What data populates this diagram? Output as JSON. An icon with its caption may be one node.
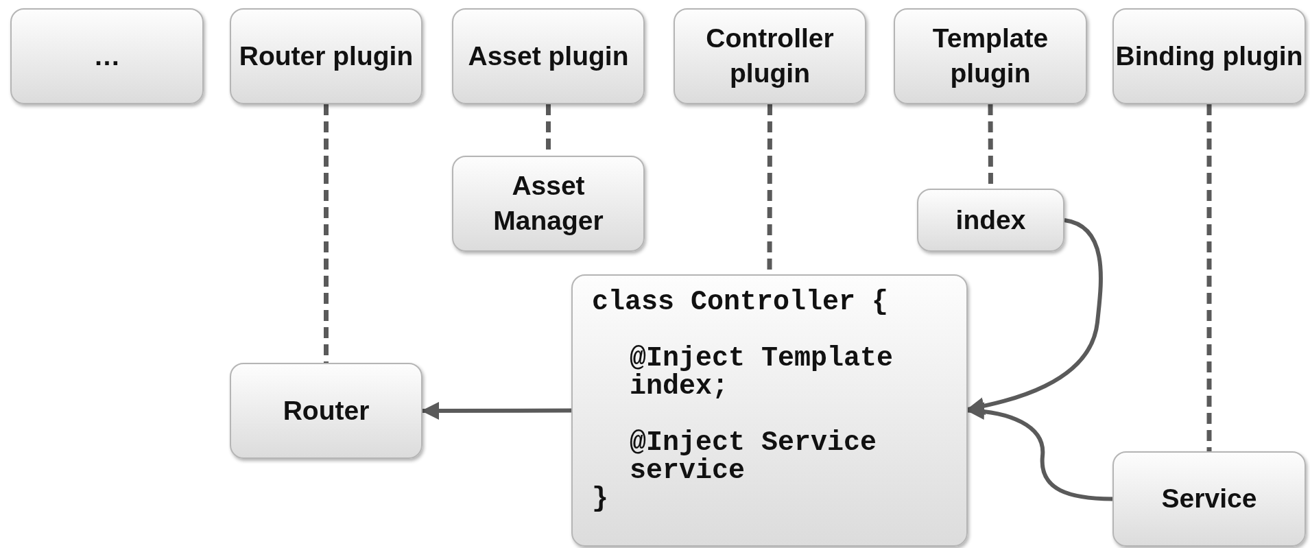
{
  "diagram": {
    "nodes": [
      {
        "text": [
          "…"
        ]
      },
      {
        "text": [
          "Router plugin"
        ]
      },
      {
        "text": [
          "Asset plugin"
        ]
      },
      {
        "text": [
          "Controller plugin"
        ]
      },
      {
        "text": [
          "Template plugin"
        ]
      },
      {
        "text": [
          "Binding plugin"
        ]
      },
      {
        "text": [
          "Asset Manager"
        ]
      },
      {
        "text": [
          "index"
        ]
      },
      {
        "text": [
          "class Controller {",
          "@Inject Template index;",
          "@Inject Service service",
          "}"
        ]
      },
      {
        "text": [
          "Router"
        ]
      },
      {
        "text": [
          "Service"
        ]
      }
    ],
    "edges": [
      {
        "from": 1,
        "to": 9,
        "arrow": "none",
        "style": "dashed"
      },
      {
        "from": 2,
        "to": 6,
        "arrow": "none",
        "style": "dashed"
      },
      {
        "from": 3,
        "to": 8,
        "arrow": "none",
        "style": "dashed"
      },
      {
        "from": 4,
        "to": 7,
        "arrow": "none",
        "style": "dashed"
      },
      {
        "from": 5,
        "to": 10,
        "arrow": "none",
        "style": "dashed"
      },
      {
        "from": 8,
        "to": 9,
        "arrow": "to"
      },
      {
        "from": 7,
        "to": 8,
        "arrow": "to"
      },
      {
        "from": 10,
        "to": 8,
        "arrow": "to"
      }
    ]
  }
}
